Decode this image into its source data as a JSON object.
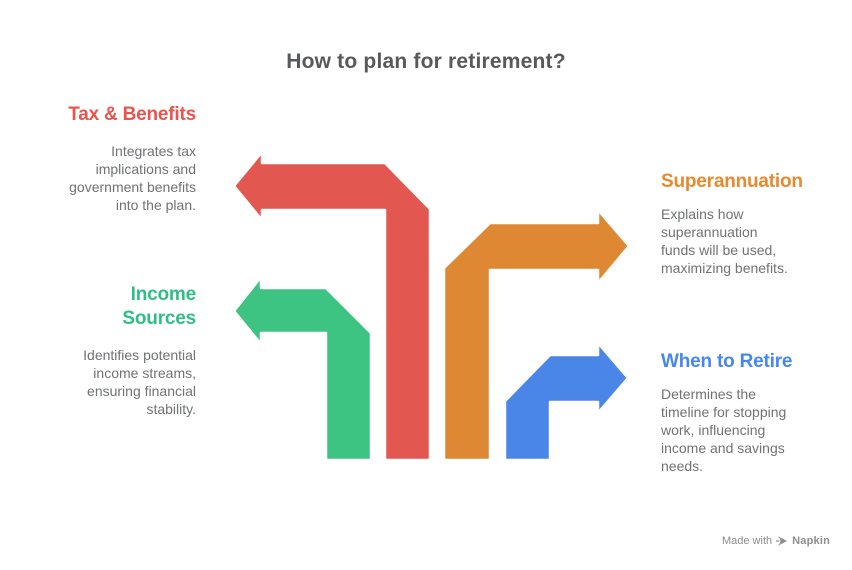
{
  "title": "How to plan for retirement?",
  "sections": {
    "tax": {
      "heading": "Tax & Benefits",
      "heading_color": "#EA534E",
      "arrow_color": "#E2574F",
      "desc": "Integrates tax\nimplications and\ngovernment benefits\ninto the plan."
    },
    "income": {
      "heading": "Income\nSources",
      "heading_color": "#2FBF85",
      "arrow_color": "#3EC482",
      "desc": "Identifies potential\nincome streams,\nensuring financial\nstability."
    },
    "super": {
      "heading": "Superannuation",
      "heading_color": "#E8892E",
      "arrow_color": "#DE8834",
      "desc": "Explains how\nsuperannuation\nfunds will be used,\nmaximizing benefits."
    },
    "retire": {
      "heading": "When to Retire",
      "heading_color": "#4587EF",
      "arrow_color": "#4A86E8",
      "desc": "Determines the\ntimeline for stopping\nwork, influencing\nincome and savings\nneeds."
    }
  },
  "watermark": {
    "made_with": "Made with",
    "brand": "Napkin",
    "color": "#8D8E90"
  },
  "colors": {
    "background": "#FFFFFF",
    "title_text": "#58595B",
    "body_text": "#707274",
    "arrow_outline": "#FFFFFF"
  }
}
